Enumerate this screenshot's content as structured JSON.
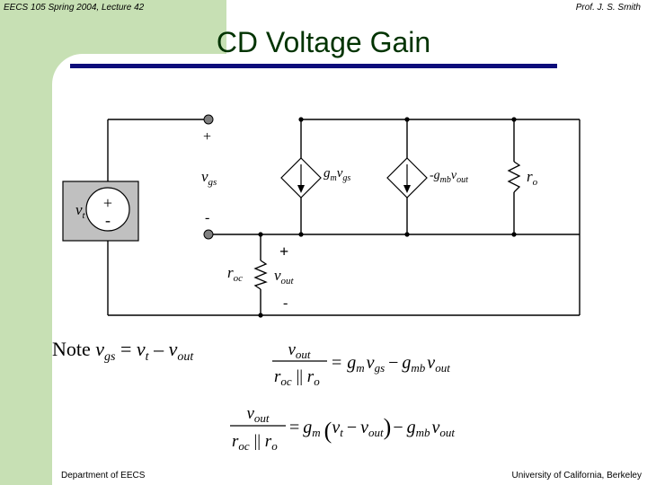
{
  "header": {
    "left": "EECS 105 Spring 2004, Lecture 42",
    "right": "Prof. J. S. Smith"
  },
  "slide": {
    "title": "CD Voltage Gain"
  },
  "footer": {
    "left": "Department of EECS",
    "right": "University of California, Berkeley"
  },
  "circuit": {
    "source": {
      "v": "v",
      "sub": "t",
      "plus": "+",
      "minus": "-"
    },
    "input_port": {
      "plus": "+",
      "v": "v",
      "sub": "gs",
      "minus": "-"
    },
    "gm_source": {
      "pre": "g",
      "pre_sub": "m",
      "v": "v",
      "sub": "gs"
    },
    "gmb_source": {
      "pre": "-g",
      "pre_sub": "mb",
      "v": "v",
      "sub": "out"
    },
    "ro": {
      "r": "r",
      "sub": "o"
    },
    "roc": {
      "r": "r",
      "sub": "oc"
    },
    "vout": {
      "plus": "+",
      "v": "v",
      "sub": "out",
      "minus": "-"
    }
  },
  "equations": {
    "note": {
      "prefix": "Note ",
      "v1": "v",
      "s1": "gs",
      "eq": " = ",
      "v2": "v",
      "s2": "t",
      "minus": " – ",
      "v3": "v",
      "s3": "out"
    },
    "eq1": {
      "num_v": "v",
      "num_sub": "out",
      "den_r1": "r",
      "den_s1": "oc",
      "par": " || ",
      "den_r2": "r",
      "den_s2": "o",
      "eq": "=",
      "g1": "g",
      "g1s": "m",
      "v1": "v",
      "v1s": "gs",
      "minus": "−",
      "g2": "g",
      "g2s": "mb",
      "v2": "v",
      "v2s": "out"
    },
    "eq2": {
      "num_v": "v",
      "num_sub": "out",
      "den_r1": "r",
      "den_s1": "oc",
      "par": " || ",
      "den_r2": "r",
      "den_s2": "o",
      "eq": "=",
      "g1": "g",
      "g1s": "m",
      "lparen": "(",
      "v1": "v",
      "v1s": "t",
      "minus1": "−",
      "v2": "v",
      "v2s": "out",
      "rparen": ")",
      "minus2": "−",
      "g2": "g",
      "g2s": "mb",
      "v3": "v",
      "v3s": "out"
    }
  }
}
